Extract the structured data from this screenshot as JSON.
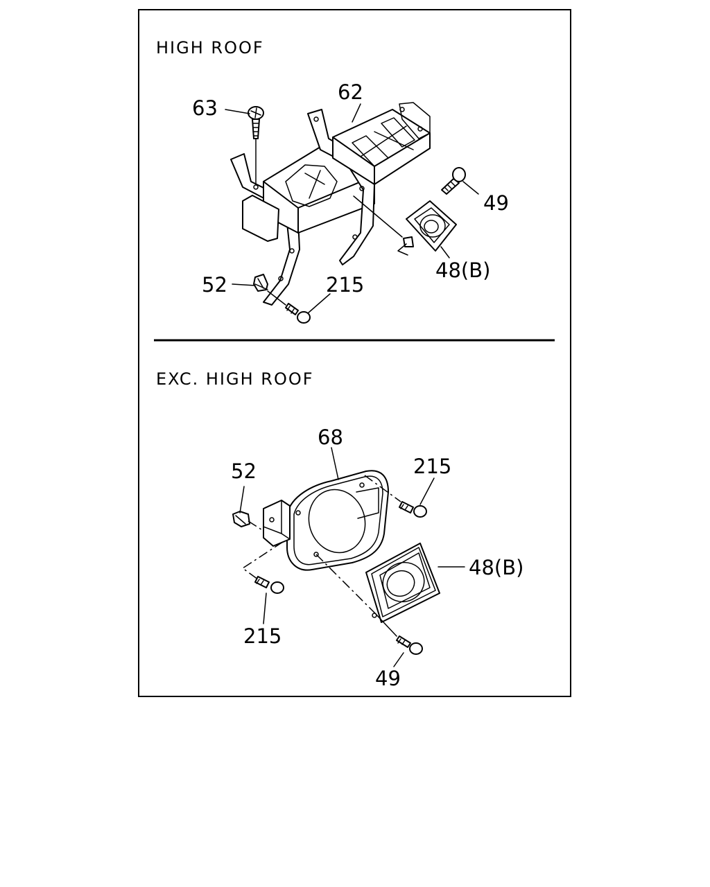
{
  "sections": {
    "top_title": "HIGH ROOF",
    "bottom_title": "EXC. HIGH ROOF"
  },
  "callouts": {
    "top": {
      "p63": "63",
      "p62": "62",
      "p49": "49",
      "p48b": "48(B)",
      "p52": "52",
      "p215": "215"
    },
    "bottom": {
      "p68": "68",
      "p52": "52",
      "p215a": "215",
      "p48b": "48(B)",
      "p215b": "215",
      "p49": "49"
    }
  }
}
